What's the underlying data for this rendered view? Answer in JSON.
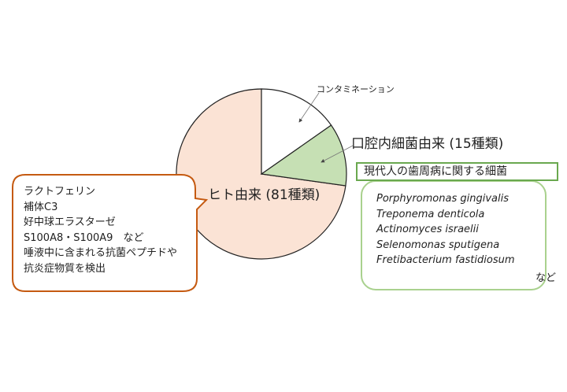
{
  "chart_data": {
    "type": "pie",
    "title": "",
    "slices": [
      {
        "label": "ヒト由来 (81種類)",
        "value": 81,
        "color": "#fbe3d5"
      },
      {
        "label": "口腔内細菌由来 (15種類)",
        "value": 15,
        "color": "#c6e0b4"
      },
      {
        "label": "コンタミネーション",
        "value": 15,
        "color": "#ffffff"
      }
    ]
  },
  "labels": {
    "contamination": "コンタミネーション",
    "oral_bacteria": "口腔内細菌由来 (15種類)",
    "human": "ヒト由来 (81種類)"
  },
  "left_callout": {
    "lines": [
      "ラクトフェリン",
      "補体C3",
      "好中球エラスターゼ",
      "S100A8・S100A9　など",
      "唾液中に含まれる抗菌ペプチドや",
      "抗炎症物質を検出"
    ],
    "border_color": "#c55a11"
  },
  "right_box": {
    "header": "現代人の歯周病に関する細菌",
    "species": [
      "Porphyromonas gingivalis",
      "Treponema denticola",
      "Actinomyces israelii",
      "Selenomonas sputigena",
      "Fretibacterium fastidiosum"
    ],
    "suffix": "など",
    "border_color": "#6aa84f"
  }
}
